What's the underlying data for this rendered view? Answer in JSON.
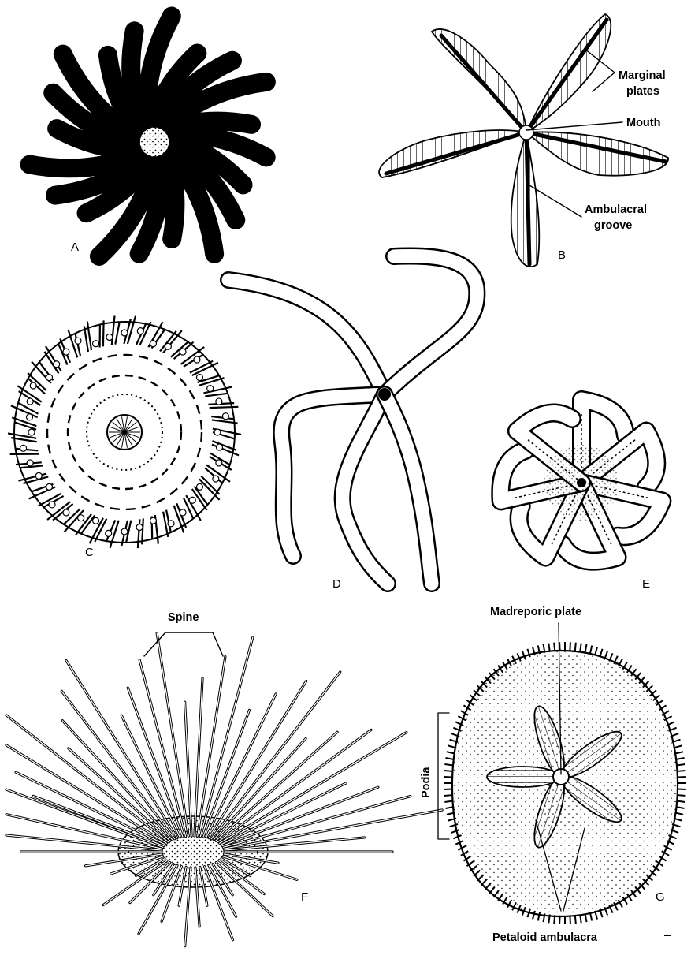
{
  "figure": {
    "panel_labels": {
      "a": "A",
      "b": "B",
      "c": "C",
      "d": "D",
      "e": "E",
      "f": "F",
      "g": "G"
    },
    "callouts": {
      "marginal_plates": [
        "Marginal",
        "plates"
      ],
      "mouth": "Mouth",
      "ambulacral_groove": [
        "Ambulacral",
        "groove"
      ],
      "spine": "Spine",
      "madreporic_plate": "Madreporic plate",
      "podia": "Podia",
      "petaloid_ambulacra": "Petaloid ambulacra"
    },
    "colors": {
      "ink": "#000000",
      "paper": "#ffffff"
    }
  }
}
